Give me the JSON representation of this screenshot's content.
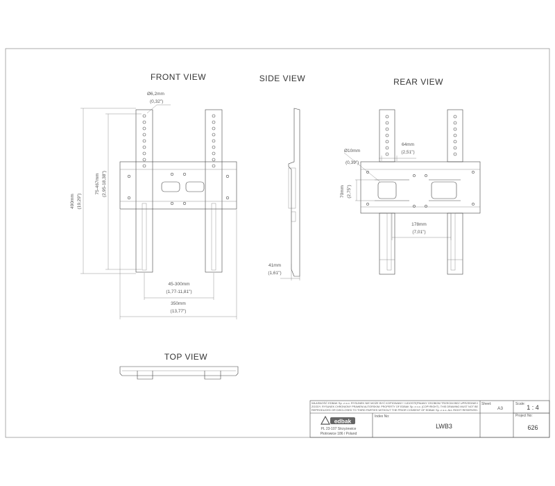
{
  "views": {
    "front": "FRONT VIEW",
    "side": "SIDE VIEW",
    "rear": "REAR VIEW",
    "top": "TOP VIEW"
  },
  "dimensions": {
    "front_hole_mm": "Ø6,2mm",
    "front_hole_in": "(0,32\")",
    "front_height_mm": "490mm",
    "front_height_in": "(19,29\")",
    "front_vesa_v_mm": "75-467mm",
    "front_vesa_v_in": "(2,95-18,38\")",
    "front_vesa_h_mm": "45-300mm",
    "front_vesa_h_in": "(1,77-11,81\")",
    "front_width_mm": "350mm",
    "front_width_in": "(13,77\")",
    "side_depth_mm": "41mm",
    "side_depth_in": "(1,61\")",
    "rear_hole_mm": "Ø10mm",
    "rear_hole_in": "(0,39\")",
    "rear_spacing_mm": "64mm",
    "rear_spacing_in": "(2,51\")",
    "rear_height_mm": "70mm",
    "rear_height_in": "(2,75\")",
    "rear_width_mm": "178mm",
    "rear_width_in": "(7,01\")"
  },
  "title_block": {
    "copyright": [
      "WŁASNOŚĆ EDBAK Sp. z o.o. RYSUNEK NIE MOŻE BYĆ KOPIOWANY I UDOSTĘPNIANY OSOBOM TRZECIM BEZ UPRZEDNIEJ",
      "ZGODY. RYSUNEK CHRONIONY PRAWEM AUTORSKIM. PROPERTY OF EDBAK Sp. z o.o. (COPYRIGHT). THIS DRAWING MUST NOT BE",
      "REPRODUCED OR DISCLOSED TO THIRD PARTIES WITHOUT THE PRIOR CONSENT OF EDBAK Sp. z o.o. ALL RIGHT RESERVED."
    ],
    "sheet_label": "Sheet:",
    "sheet_value": "A3",
    "scale_label": "Scale:",
    "scale_value": "1 : 4",
    "project_label": "Project No:",
    "project_value": "626",
    "index_label": "Index No:",
    "index_value": "LWB3",
    "company_logo": "edbak",
    "address_line1": "PL 23-107 Strzyżewice",
    "address_line2": "Piotrowice 186 / Poland"
  }
}
